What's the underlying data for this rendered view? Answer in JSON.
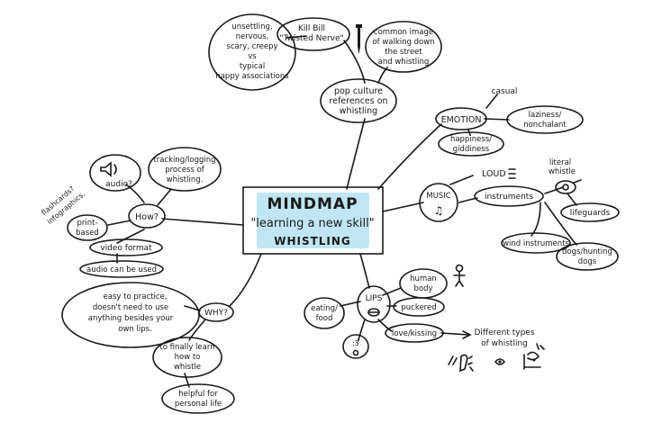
{
  "center": {
    "title": "MINDMAP",
    "subtitle": "\"learning a new skill\"",
    "topic": "WHISTLING",
    "highlight_color": "#bfe6f2"
  },
  "popculture": {
    "label": [
      "pop culture",
      "references on",
      "whistling"
    ],
    "killbill": [
      "Kill Bill",
      "\"Twisted Nerve\""
    ],
    "unsettling": [
      "unsettling,",
      "nervous,",
      "scary, creepy",
      "vs",
      "typical",
      "happy associations"
    ],
    "walking": [
      "common image",
      "of walking down",
      "the street",
      "and whistling"
    ]
  },
  "emotion": {
    "label": "EMOTION",
    "casual": "casual",
    "laziness": [
      "laziness/",
      "nonchalant"
    ],
    "happiness": [
      "happiness/",
      "giddiness"
    ]
  },
  "music": {
    "label": "MUSIC",
    "loud": "LOUD",
    "instruments": "instruments",
    "literal": [
      "literal",
      "whistle"
    ],
    "lifeguards": "lifeguards",
    "wind": "wind instruments",
    "dogs": [
      "dogs/hunting",
      "dogs"
    ]
  },
  "how": {
    "label": "How?",
    "audio": "audio?",
    "tracking": [
      "tracking/logging",
      "process of",
      "whistling."
    ],
    "flashcards": [
      "flashcards?",
      "infographics."
    ],
    "print": [
      "print-",
      "based"
    ],
    "video": "video format",
    "audio_used": "audio can be used"
  },
  "why": {
    "label": "WHY?",
    "easy": [
      "easy to practice,",
      "doesn't need to use",
      "anything besides your",
      "own lips."
    ],
    "learn": [
      "to finally learn",
      "how to",
      "whistle"
    ],
    "helpful": [
      "helpful for",
      "personal life"
    ]
  },
  "lips": {
    "label": "LIPS",
    "eating": [
      "eating/",
      "food"
    ],
    "human": [
      "human",
      "body"
    ],
    "puckered": "puckered",
    "love": "love/kissing",
    "types": [
      "Different types",
      "of whistling"
    ],
    "kiss_face": ":3"
  }
}
